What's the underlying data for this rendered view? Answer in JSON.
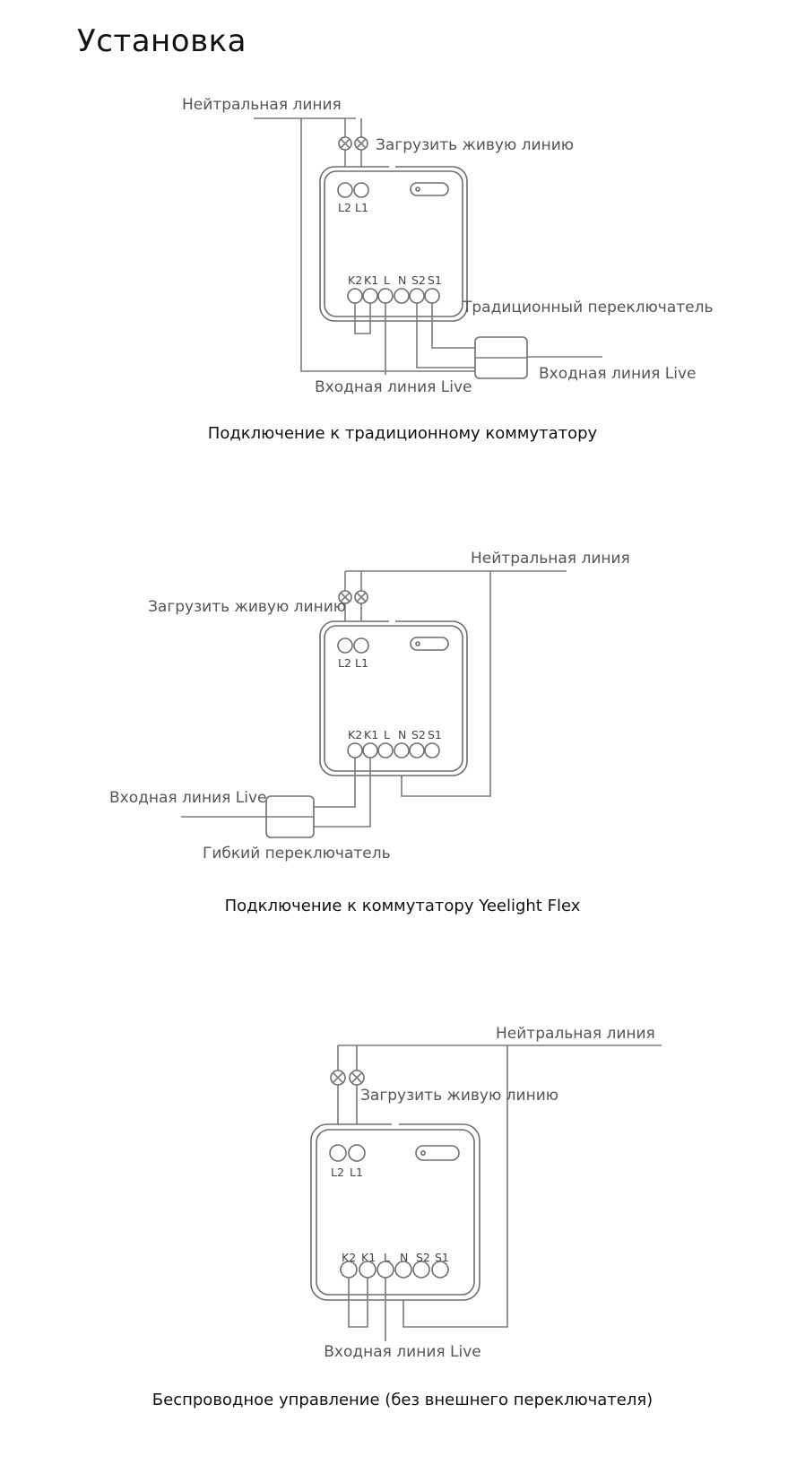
{
  "title": "Установка",
  "terminals": {
    "top": [
      "L2",
      "L1"
    ],
    "bottom": [
      "K2",
      "K1",
      "L",
      "N",
      "S2",
      "S1"
    ]
  },
  "diagram1": {
    "neutral": "Нейтральная линия",
    "load": "Загрузить живую линию",
    "switch": "Традиционный переключатель",
    "live_right": "Входная линия Live",
    "live_bottom": "Входная линия Live",
    "caption": "Подключение к традиционному коммутатору"
  },
  "diagram2": {
    "neutral": "Нейтральная линия",
    "load": "Загрузить живую линию",
    "live_left": "Входная линия Live",
    "switch": "Гибкий переключатель",
    "caption": "Подключение к коммутатору Yeelight Flex"
  },
  "diagram3": {
    "neutral": "Нейтральная линия",
    "load": "Загрузить живую линию",
    "live_bottom": "Входная линия Live",
    "caption": "Беспроводное управление (без внешнего переключателя)"
  }
}
